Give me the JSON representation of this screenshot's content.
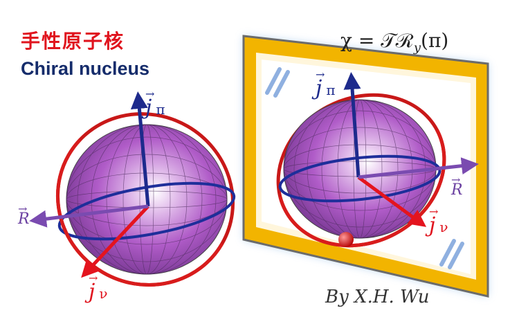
{
  "title_cn": "手性原子核",
  "title_en": "Chiral nucleus",
  "formula": "χ = 𝒯ℛ",
  "formula_sub": "y",
  "formula_arg": "(π)",
  "left": {
    "label_j": "j",
    "label_j_pi_sub": "π",
    "label_j_nu_sub": "ν",
    "label_R": "R",
    "arrow_glyph": "→"
  },
  "right": {
    "label_j": "j",
    "label_j_pi_sub": "π",
    "label_j_nu_sub": "ν",
    "label_R": "R",
    "arrow_glyph": "→"
  },
  "credit": "By X.H. Wu",
  "colors": {
    "title_red": "#e0141e",
    "title_navy": "#152c6b",
    "j_pi": "#1d2a8c",
    "j_nu": "#e4141e",
    "R": "#6a3fa0",
    "mirror_frame": "#f5b400",
    "sphere": "#a040c0"
  }
}
